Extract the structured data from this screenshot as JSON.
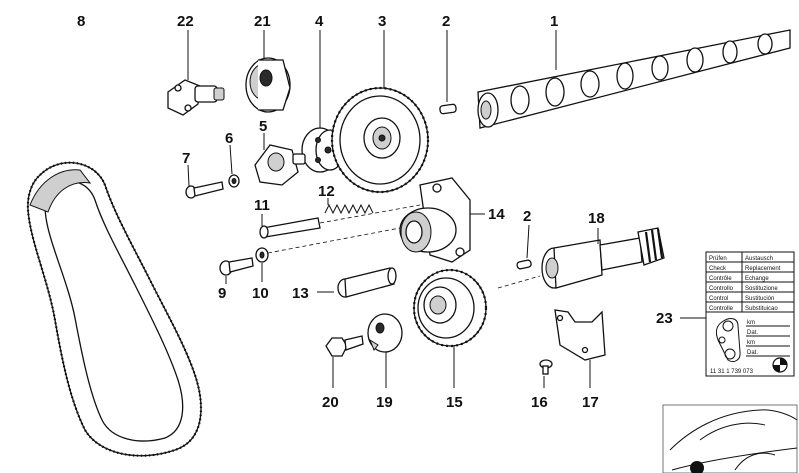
{
  "callouts": [
    {
      "id": "1",
      "text": "1"
    },
    {
      "id": "2a",
      "text": "2"
    },
    {
      "id": "3",
      "text": "3"
    },
    {
      "id": "4",
      "text": "4"
    },
    {
      "id": "5",
      "text": "5"
    },
    {
      "id": "6",
      "text": "6"
    },
    {
      "id": "7",
      "text": "7"
    },
    {
      "id": "8",
      "text": "8"
    },
    {
      "id": "9",
      "text": "9"
    },
    {
      "id": "10",
      "text": "10"
    },
    {
      "id": "11",
      "text": "11"
    },
    {
      "id": "12",
      "text": "12"
    },
    {
      "id": "13",
      "text": "13"
    },
    {
      "id": "14",
      "text": "14"
    },
    {
      "id": "15",
      "text": "15"
    },
    {
      "id": "16",
      "text": "16"
    },
    {
      "id": "17",
      "text": "17"
    },
    {
      "id": "18",
      "text": "18"
    },
    {
      "id": "2b",
      "text": "2"
    },
    {
      "id": "19",
      "text": "19"
    },
    {
      "id": "20",
      "text": "20"
    },
    {
      "id": "21",
      "text": "21"
    },
    {
      "id": "22",
      "text": "22"
    },
    {
      "id": "23",
      "text": "23"
    }
  ],
  "label_table": {
    "rows": [
      [
        "Prüfen",
        "Austausch"
      ],
      [
        "Check",
        "Replacement"
      ],
      [
        "Contrôle",
        "Echange"
      ],
      [
        "Controllo",
        "Sostituzione"
      ],
      [
        "Control",
        "Sustitución"
      ],
      [
        "Controlle",
        "Substituicao"
      ]
    ],
    "part_number": "11 31 1 739 073",
    "field_labels": [
      "km",
      "Dat.",
      "km",
      "Dat."
    ]
  }
}
